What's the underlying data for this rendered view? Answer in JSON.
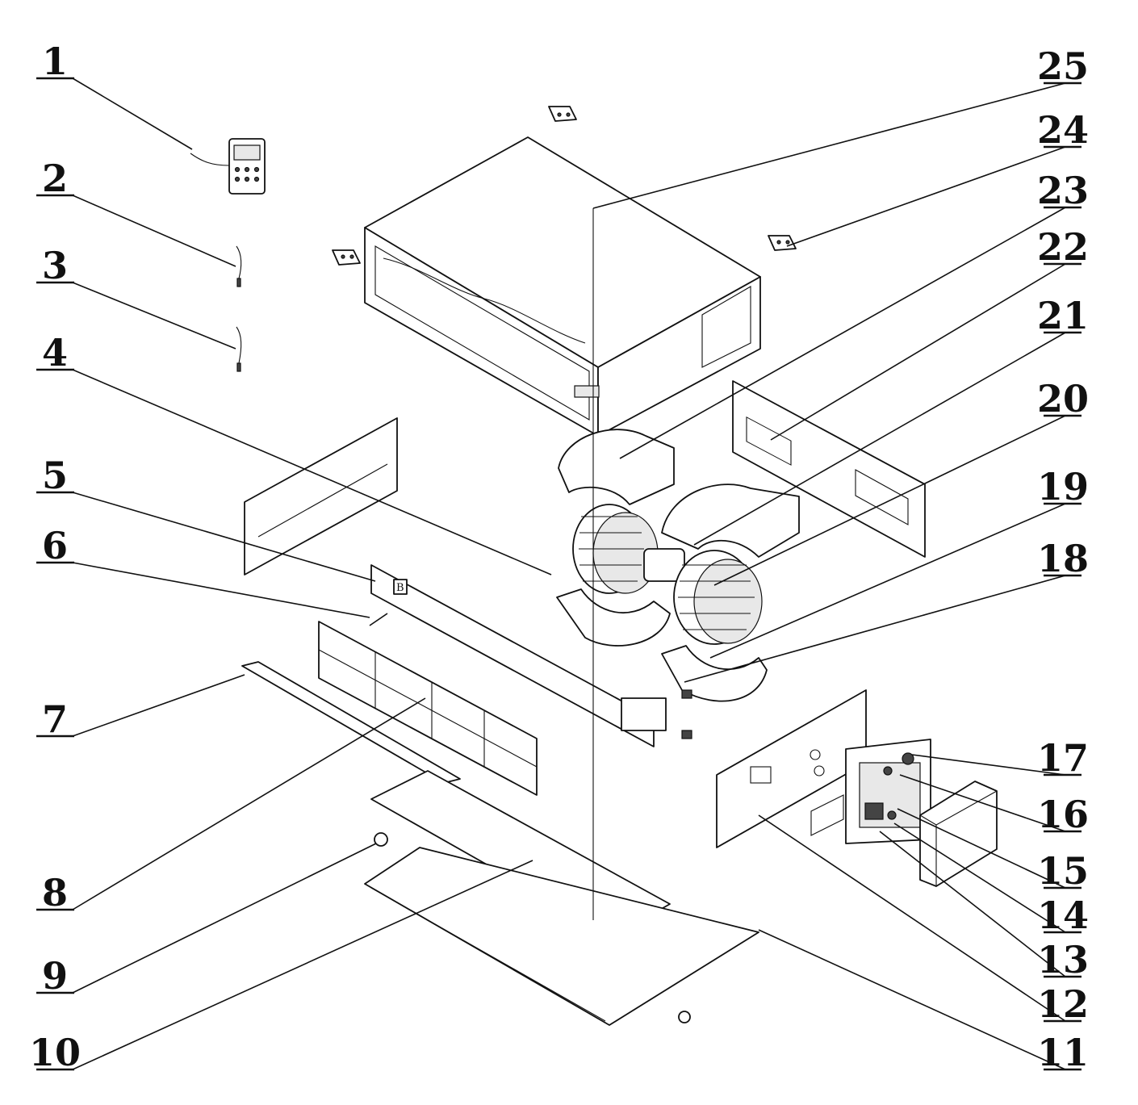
{
  "callouts": [
    {
      "label": "1"
    },
    {
      "label": "2"
    },
    {
      "label": "3"
    },
    {
      "label": "4"
    },
    {
      "label": "5"
    },
    {
      "label": "6"
    },
    {
      "label": "7"
    },
    {
      "label": "8"
    },
    {
      "label": "9"
    },
    {
      "label": "10"
    },
    {
      "label": "11"
    },
    {
      "label": "12"
    },
    {
      "label": "13"
    },
    {
      "label": "14"
    },
    {
      "label": "15"
    },
    {
      "label": "16"
    },
    {
      "label": "17"
    },
    {
      "label": "18"
    },
    {
      "label": "19"
    },
    {
      "label": "20"
    },
    {
      "label": "21"
    },
    {
      "label": "22"
    },
    {
      "label": "23"
    },
    {
      "label": "24"
    },
    {
      "label": "25"
    }
  ],
  "inset_label": "B"
}
